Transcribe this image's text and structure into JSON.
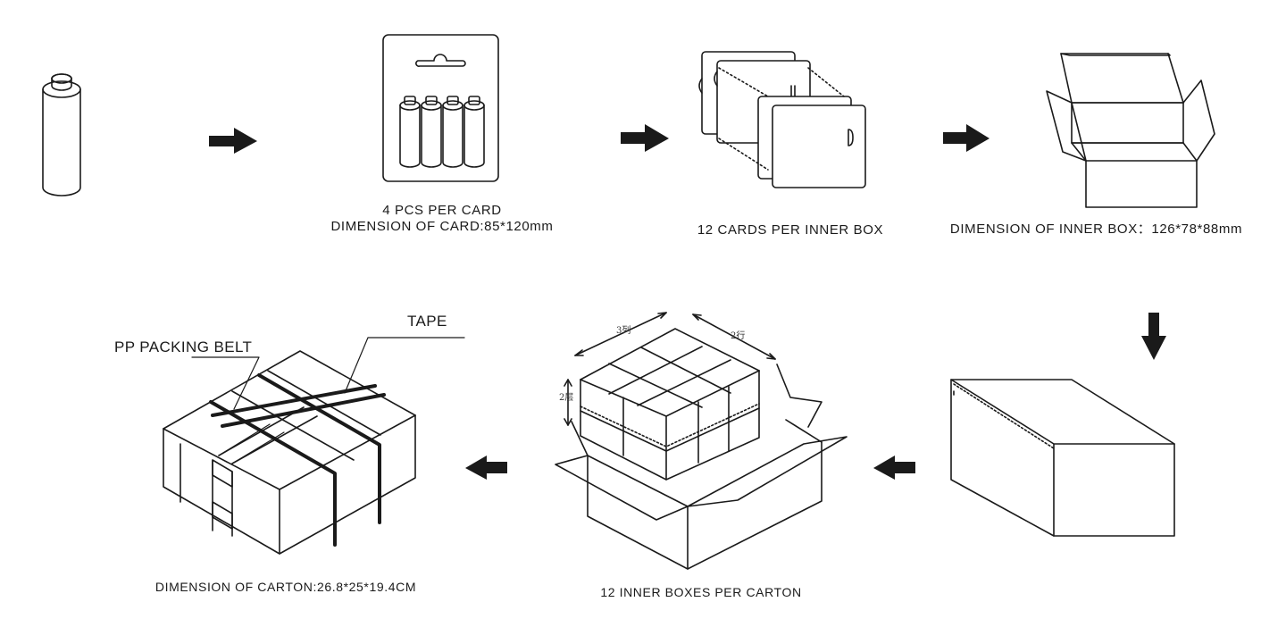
{
  "steps": {
    "card": {
      "line1": "4  PCS PER CARD",
      "line2": "DIMENSION OF CARD:85*120mm"
    },
    "inner_box_count": "12 CARDS PER INNER BOX",
    "inner_box_dim": "DIMENSION  OF  INNER  BOX：126*78*88mm",
    "carton_count": "12 INNER BOXES PER CARTON",
    "carton_dim": "DIMENSION OF CARTON:26.8*25*19.4CM"
  },
  "callouts": {
    "tape": "TAPE",
    "belt": "PP PACKING BELT"
  },
  "grid_labels": {
    "columns": "3列",
    "rows": "2行",
    "layers": "2层"
  },
  "colors": {
    "line": "#1a1a1a",
    "background": "#ffffff"
  }
}
